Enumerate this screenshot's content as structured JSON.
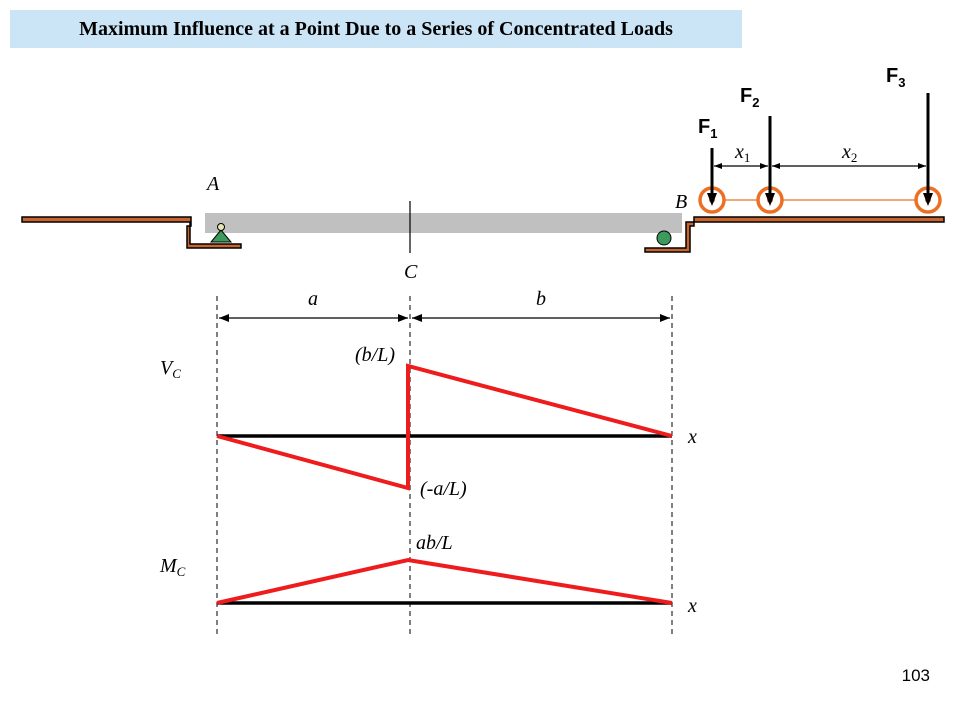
{
  "title": "Maximum Influence at a Point Due to a Series of Concentrated Loads",
  "page_number": "103",
  "beam": {
    "support_left": "A",
    "support_right": "B",
    "point": "C"
  },
  "loads": [
    {
      "letter": "F",
      "sub": "1"
    },
    {
      "letter": "F",
      "sub": "2"
    },
    {
      "letter": "F",
      "sub": "3"
    }
  ],
  "spacings": [
    {
      "letter": "x",
      "sub": "1"
    },
    {
      "letter": "x",
      "sub": "2"
    }
  ],
  "dimensions": {
    "a": "a",
    "b": "b"
  },
  "shear_diagram": {
    "label_letter": "V",
    "label_sub": "C",
    "peak_positive": "(b/L)",
    "peak_negative": "(-a/L)",
    "axis": "x"
  },
  "moment_diagram": {
    "label_letter": "M",
    "label_sub": "C",
    "peak": "ab/L",
    "axis": "x"
  },
  "colors": {
    "title_bg": "#cce5f6",
    "influence_line": "#ee1c1c",
    "beam": "#c0c0c0",
    "wheel": "#ec7024",
    "ground_fill": "#c8642e",
    "support_pin": "#3c9a5c"
  }
}
